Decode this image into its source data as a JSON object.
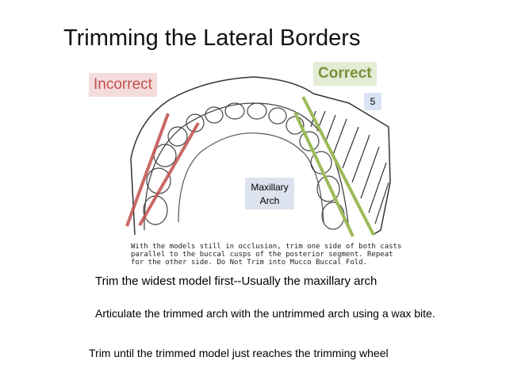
{
  "title": "Trimming the Lateral Borders",
  "labels": {
    "incorrect": "Incorrect",
    "correct": "Correct",
    "number": "5",
    "maxillary_line1": "Maxillary",
    "maxillary_line2": "Arch"
  },
  "scan_caption": {
    "line1": "With the models still in occlusion, trim one side of both casts",
    "line2": "parallel to the buccal cusps of the posterior segment. Repeat",
    "line3": "for the other side.   Do Not Trim into Mucco Buccal Fold."
  },
  "instructions": [
    "Trim the widest model first--Usually the maxillary arch",
    "Articulate the trimmed arch with the untrimmed arch using a wax bite.",
    "Trim until the trimmed model just reaches the trimming wheel"
  ],
  "colors": {
    "incorrect_line": "#c0504d",
    "correct_line": "#9bbb59",
    "incorrect_text": "#c0504d",
    "correct_text": "#76923c"
  }
}
